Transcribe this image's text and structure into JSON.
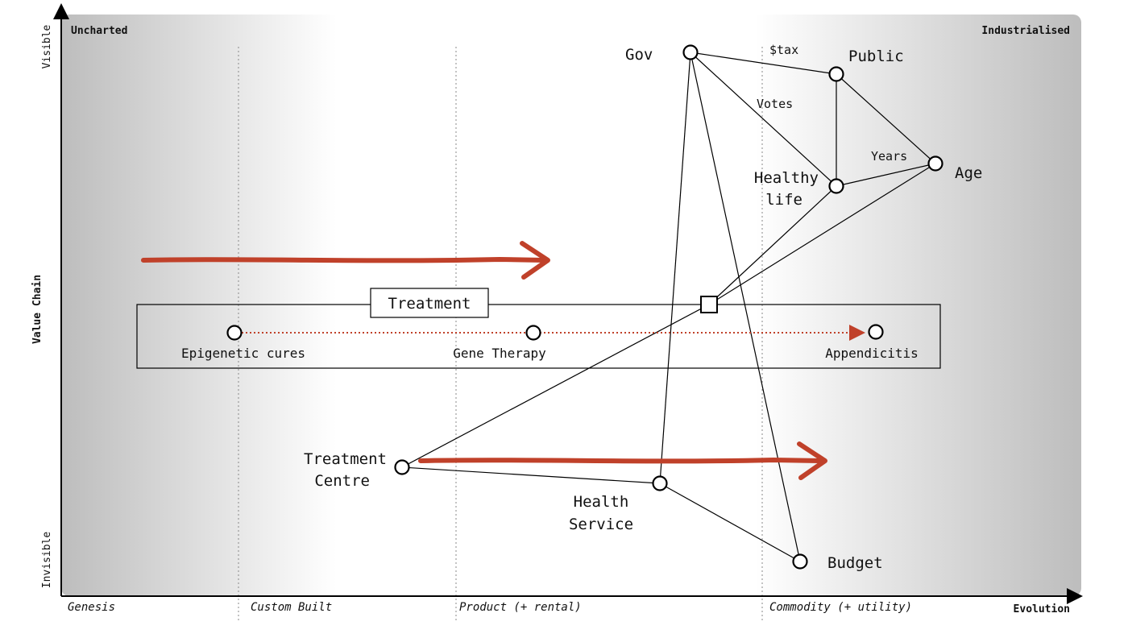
{
  "corner_labels": {
    "top_left": "Uncharted",
    "top_right": "Industrialised"
  },
  "y_axis": {
    "top": "Visible",
    "middle": "Value Chain",
    "bottom": "Invisible"
  },
  "x_axis": {
    "stages": [
      "Genesis",
      "Custom Built",
      "Product (+ rental)",
      "Commodity (+ utility)"
    ],
    "title": "Evolution"
  },
  "components": {
    "gov": "Gov",
    "public": "Public",
    "age": "Age",
    "healthy_life": [
      "Healthy",
      "life"
    ],
    "treatment_centre": [
      "Treatment",
      "Centre"
    ],
    "health_service": [
      "Health",
      "Service"
    ],
    "budget": "Budget",
    "epigenetic": "Epigenetic cures",
    "gene_therapy": "Gene Therapy",
    "appendicitis": "Appendicitis"
  },
  "link_labels": {
    "tax": "$tax",
    "votes": "Votes",
    "years": "Years"
  },
  "group": {
    "title": "Treatment"
  },
  "colors": {
    "movement": "#c0412a",
    "background_grey": "#bdbdbd"
  }
}
